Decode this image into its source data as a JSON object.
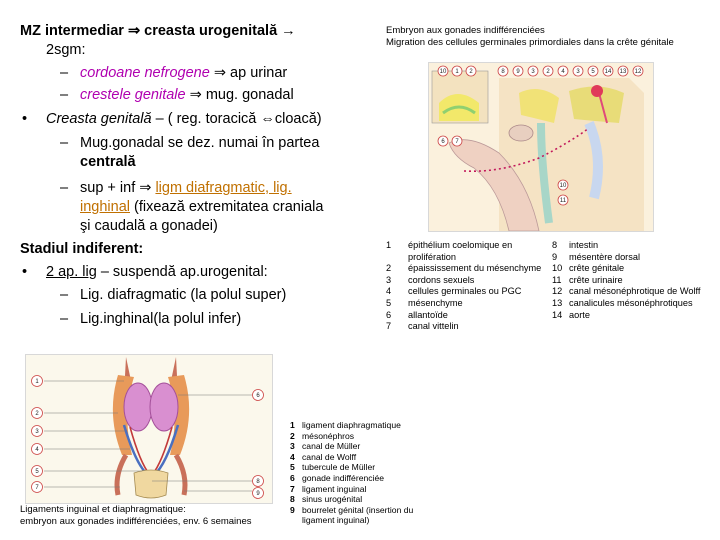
{
  "bullets": {
    "l1_a": "MZ intermediar",
    "l1_b": "creasta urogenitală",
    "l1_c": "2sgm:",
    "l2_a": "cordoane nefrogene",
    "l2_b": "ap urinar",
    "l3_a": "crestele genitale",
    "l3_b": "mug. gonadal",
    "l4_a": "Creasta genitală",
    "l4_b": " – ( reg. toracică ",
    "l4_c": "cloacă)",
    "l5_a": "Mug.gonadal se dez. numai în partea",
    "l5_b": "centrală",
    "l6_a": "sup + inf ",
    "l6_b": "ligm diafragmatic, lig.",
    "l6_c": "inghinal",
    "l6_d": " (fixează extremitatea craniala",
    "l6_e": "şi caudală a gonadei)",
    "h2": "Stadiul indiferent:",
    "l7_a": "2 ap. lig",
    "l7_b": " – suspendă ap.urogenital:",
    "l8": "Lig. diafragmatic (la polul super)",
    "l9": "Lig.inghinal(la polul infer)"
  },
  "symbols": {
    "arrow_double": "⇒",
    "arrow": "→",
    "arrow_lr": "⇔",
    "dash": "–",
    "dot": "•"
  },
  "top_figure": {
    "caption_1": "Embryon aux gonades indifférenciées",
    "caption_2": "Migration des cellules germinales primordiales dans la crête génitale",
    "labels_top": [
      "10",
      "1",
      "2",
      "8",
      "9",
      "3",
      "2",
      "4",
      "3",
      "5",
      "14",
      "13",
      "12"
    ],
    "labels_side": [
      "6",
      "7",
      "10",
      "11"
    ]
  },
  "legend_1": [
    {
      "n": "1",
      "t": "épithélium coelomique en"
    },
    {
      "n": "",
      "t": "prolifération"
    },
    {
      "n": "2",
      "t": "épaississement du mésenchyme"
    },
    {
      "n": "3",
      "t": "cordons sexuels"
    },
    {
      "n": "4",
      "t": "cellules germinales ou PGC"
    },
    {
      "n": "5",
      "t": "mésenchyme"
    },
    {
      "n": "6",
      "t": "allantoïde"
    },
    {
      "n": "7",
      "t": "canal vittelin"
    }
  ],
  "legend_2": [
    {
      "n": "8",
      "t": "intestin"
    },
    {
      "n": "9",
      "t": "mésentère dorsal"
    },
    {
      "n": "10",
      "t": "crête génitale"
    },
    {
      "n": "11",
      "t": "crête urinaire"
    },
    {
      "n": "12",
      "t": "canal mésonéphrotique de Wolff"
    },
    {
      "n": "13",
      "t": "canalicules mésonéphrotiques"
    },
    {
      "n": "14",
      "t": "aorte"
    }
  ],
  "bottom_figure": {
    "caption_1": "Ligaments inguinal et diaphragmatique:",
    "caption_2": "embryon aux gonades indifférenciées, env. 6 semaines",
    "labels_left": [
      "1",
      "2",
      "3",
      "4",
      "5",
      "7"
    ],
    "labels_right": [
      "6",
      "8",
      "9"
    ]
  },
  "legend_3": [
    {
      "n": "1",
      "t": "ligament diaphragmatique"
    },
    {
      "n": "2",
      "t": "mésonéphros"
    },
    {
      "n": "3",
      "t": "canal de Müller"
    },
    {
      "n": "4",
      "t": "canal de Wolff"
    },
    {
      "n": "5",
      "t": "tubercule de Müller"
    },
    {
      "n": "6",
      "t": "gonade indifférenciée"
    },
    {
      "n": "7",
      "t": "ligament inguinal"
    },
    {
      "n": "8",
      "t": "sinus urogénital"
    },
    {
      "n": "9",
      "t": "bourrelet génital (insertion du"
    },
    {
      "n": "",
      "t": "ligament inguinal)"
    }
  ]
}
